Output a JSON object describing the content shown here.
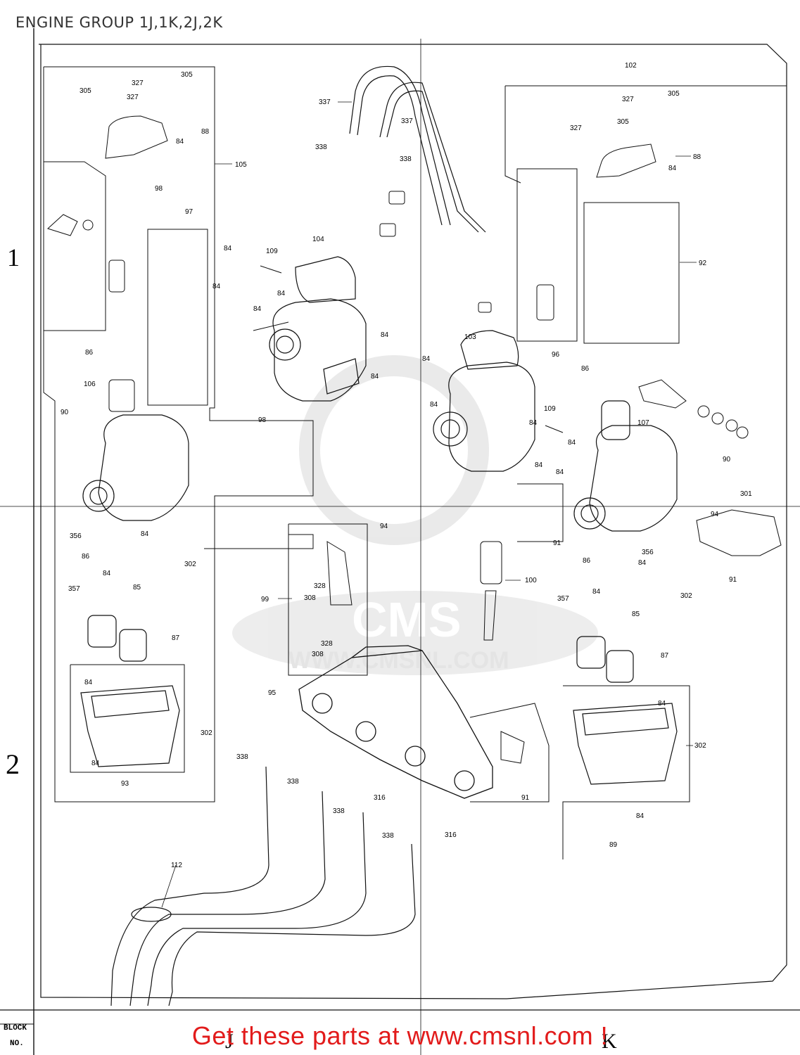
{
  "title": "ENGINE GROUP 1J,1K,2J,2K",
  "grid": {
    "row_1": "1",
    "row_2": "2",
    "col_j": "J",
    "col_k": "K"
  },
  "footer": {
    "block": "BLOCK",
    "no": "NO."
  },
  "cta": "Get these parts at www.cmsnl.com !",
  "watermark": {
    "text": "CMS",
    "url": "WWW.CMSNL.COM"
  },
  "callouts": {
    "c_327a": "327",
    "c_305a": "305",
    "c_305b": "305",
    "c_327b": "327",
    "c_88a": "88",
    "c_84a": "84",
    "c_105": "105",
    "c_98a": "98",
    "c_97": "97",
    "c_84b": "84",
    "c_84c": "84",
    "c_84d": "84",
    "c_84e": "84",
    "c_109a": "109",
    "c_104": "104",
    "c_337a": "337",
    "c_337b": "337",
    "c_338a": "338",
    "c_338b": "338",
    "c_102": "102",
    "c_327c": "327",
    "c_305c": "305",
    "c_327d": "327",
    "c_305d": "305",
    "c_88b": "88",
    "c_84f": "84",
    "c_92": "92",
    "c_96": "96",
    "c_86a": "86",
    "c_106": "106",
    "c_90a": "90",
    "c_98b": "98",
    "c_84g": "84",
    "c_84h": "84",
    "c_84i": "84",
    "c_84j": "84",
    "c_103": "103",
    "c_109b": "109",
    "c_84k": "84",
    "c_84l": "84",
    "c_84m": "84",
    "c_84n": "84",
    "c_86b": "86",
    "c_107": "107",
    "c_90b": "90",
    "c_301": "301",
    "c_94a": "94",
    "c_91a": "91",
    "c_91b": "91",
    "c_356a": "356",
    "c_84o": "84",
    "c_86c": "86",
    "c_302a": "302",
    "c_84p": "84",
    "c_357a": "357",
    "c_85a": "85",
    "c_87a": "87",
    "c_94b": "94",
    "c_99": "99",
    "c_328a": "328",
    "c_308a": "308",
    "c_328b": "328",
    "c_308b": "308",
    "c_100": "100",
    "c_356b": "356",
    "c_86d": "86",
    "c_84q": "84",
    "c_84r": "84",
    "c_357b": "357",
    "c_302b": "302",
    "c_85b": "85",
    "c_87b": "87",
    "c_84s": "84",
    "c_302c": "302",
    "c_84t": "84",
    "c_93": "93",
    "c_95": "95",
    "c_338c": "338",
    "c_338d": "338",
    "c_316a": "316",
    "c_338e": "338",
    "c_316b": "316",
    "c_338f": "338",
    "c_91c": "91",
    "c_84u": "84",
    "c_302d": "302",
    "c_84v": "84",
    "c_89": "89",
    "c_112": "112"
  }
}
